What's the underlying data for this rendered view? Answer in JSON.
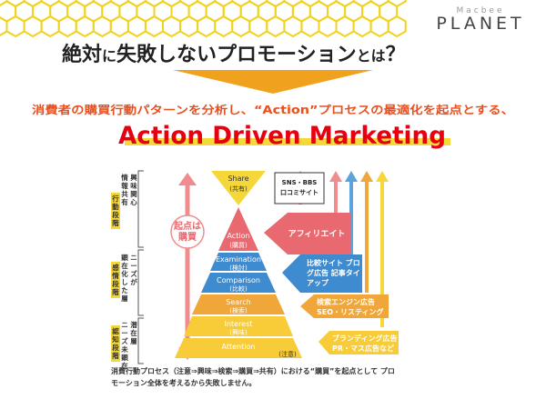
{
  "brand": {
    "sub": "Macbee",
    "name": "PLANET"
  },
  "title": {
    "pre": "絶対",
    "mid1": "に",
    "big": "失敗しないプロモーション",
    "mid2": "とは",
    "end": "？"
  },
  "subtitle": "消費者の購買行動パターンを分析し、“Action”プロセスの最適化を起点とする、",
  "headline": "Action Driven Marketing",
  "left_labels": [
    {
      "lines": [
        "興味関心",
        "情報共有"
      ],
      "tag": "行動段階"
    },
    {
      "lines": [
        "ニーズが",
        "顕在化した層"
      ],
      "tag": "感情段階"
    },
    {
      "lines": [
        "潜在層",
        "ニーズ未顕在"
      ],
      "tag": "認知段階"
    }
  ],
  "start_label": [
    "起点は",
    "購買"
  ],
  "pyramid": [
    {
      "name": "Share",
      "jp": "(共有)"
    },
    {
      "name": "Action",
      "jp": "(購買)"
    },
    {
      "name": "Examination",
      "jp": "(検討)"
    },
    {
      "name": "Comparison",
      "jp": "(比較)"
    },
    {
      "name": "Search",
      "jp": "(検索)"
    },
    {
      "name": "Interest",
      "jp": "(興味)"
    },
    {
      "name": "Attention",
      "jp": "(注意)"
    }
  ],
  "boxes": [
    {
      "lines": [
        "SNS・BBS",
        "口コミサイト"
      ]
    },
    {
      "lines": [
        "アフィリエイト"
      ]
    },
    {
      "lines": [
        "比較サイト ブロ",
        "グ広告 記事タイ",
        "アップ"
      ]
    },
    {
      "lines": [
        "検索エンジン広告",
        "SEO・リスティング"
      ]
    },
    {
      "lines": [
        "ブランディング広告",
        "PR・マス広告など"
      ]
    }
  ],
  "footer": [
    "消費行動プロセス（注意⇒興味⇒検索⇒購買⇒共有）における“購買”を起点として プロ",
    "モーション全体を考えるから失敗しません。"
  ],
  "colors": {
    "hex": "#f2d21f",
    "title_accent": "#e8501f",
    "orange": "#f0a21f",
    "red": "#e60012",
    "share": "#f5d73a",
    "action": "#e8696f",
    "blue": "#3f8bcf",
    "search": "#f0a638",
    "yellow": "#f7cc38",
    "arrow_pink": "#f08c8e",
    "arrow_blue": "#5aa3dc"
  }
}
